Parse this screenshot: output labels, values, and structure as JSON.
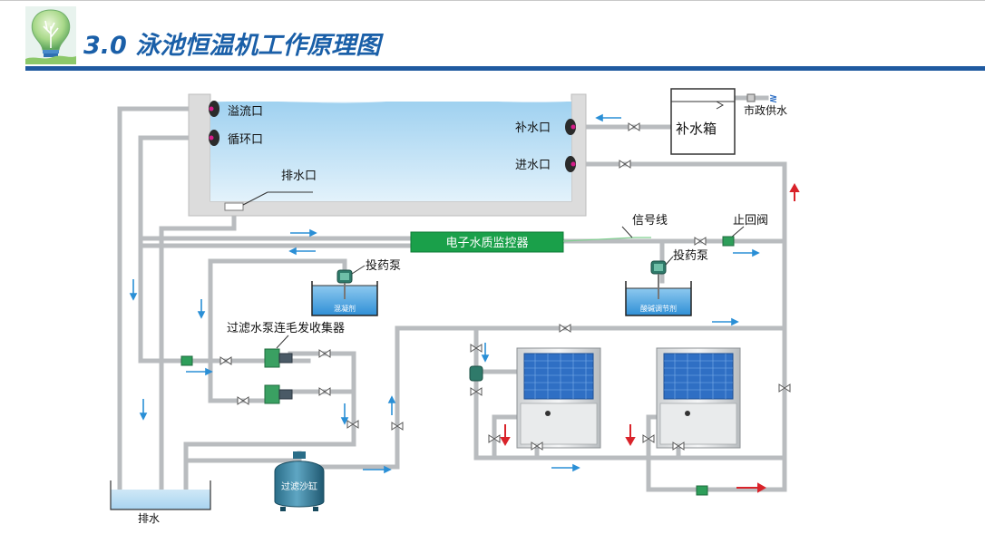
{
  "header": {
    "title": "3.0 泳池恒温机工作原理图"
  },
  "diagram": {
    "labels": {
      "overflow_port": "溢流口",
      "circulation_port": "循环口",
      "drain_port": "排水口",
      "makeup_port": "补水口",
      "inlet_port": "进水口",
      "makeup_tank": "补水箱",
      "municipal_supply": "市政供水",
      "signal_line": "信号线",
      "check_valve": "止回阀",
      "controller": "电子水质监控器",
      "dosing_pump_left": "投药泵",
      "dosing_pump_right": "投药泵",
      "coagulant": "混凝剂",
      "ph_regulator": "酸碱调节剂",
      "filter_pump": "过滤水泵连毛发收集器",
      "sand_filter": "过滤沙缸",
      "drain": "排水"
    }
  },
  "colors": {
    "title": "#1a5fa8",
    "title_bar": "#1f5aa0",
    "pipe": "#b9bcbf",
    "water": "#bfe0f4",
    "controller": "#1aa04a",
    "flow_arrow_blue": "#2a8fd6",
    "flow_arrow_red": "#d9232a",
    "valve": "#2e9e5a"
  },
  "icons": [
    "logo-lightbulb-icon",
    "port-fitting-icon",
    "valve-icon",
    "pump-icon",
    "heat-pump-unit-icon"
  ]
}
